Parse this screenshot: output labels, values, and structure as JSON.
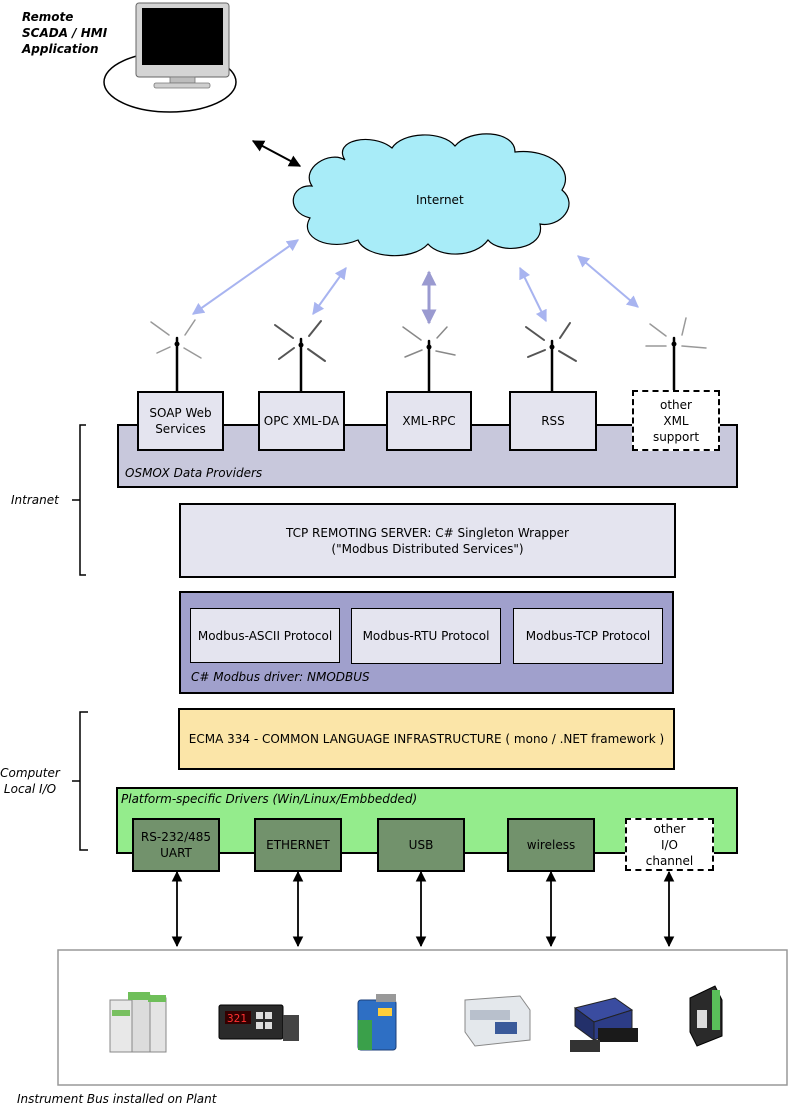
{
  "scada_label": [
    "Remote",
    "SCADA / HMI",
    "Application"
  ],
  "internet_label": "Internet",
  "providers": [
    {
      "lines": [
        "SOAP Web",
        "Services"
      ]
    },
    {
      "lines": [
        "OPC XML-DA"
      ]
    },
    {
      "lines": [
        "XML-RPC"
      ]
    },
    {
      "lines": [
        "RSS"
      ]
    },
    {
      "lines": [
        "other",
        "XML",
        "support"
      ]
    }
  ],
  "osmox_label": "OSMOX Data Providers",
  "intranet_label": "Intranet",
  "tcp_server": {
    "line1": "TCP REMOTING SERVER: C# Singleton Wrapper",
    "line2": "(\"Modbus Distributed Services\")"
  },
  "modbus": {
    "protocols": [
      "Modbus-ASCII Protocol",
      "Modbus-RTU Protocol",
      "Modbus-TCP Protocol"
    ],
    "driver_label": "C# Modbus driver: NMODBUS"
  },
  "cli_label": "ECMA 334 - COMMON LANGUAGE INFRASTRUCTURE ( mono / .NET framework )",
  "computer_label": [
    "Computer",
    "Local I/O"
  ],
  "platform_label": "Platform-specific Drivers (Win/Linux/Embbedded)",
  "drivers": [
    {
      "lines": [
        "RS-232/485",
        "UART"
      ]
    },
    {
      "lines": [
        "ETHERNET"
      ]
    },
    {
      "lines": [
        "USB"
      ]
    },
    {
      "lines": [
        "wireless"
      ]
    },
    {
      "lines": [
        "other",
        "I/O",
        "channel"
      ]
    }
  ],
  "plant_label": "Instrument Bus installed on Plant",
  "colors": {
    "cloud": "#a8ecf8",
    "osmox_band": "#c8c8dc",
    "modbus_band": "#a0a0cc",
    "cli_band": "#fbe5a8",
    "platform_band": "#94ec8c",
    "driver_box": "#72926c",
    "wireless_arrow": "#a8b4f0"
  }
}
